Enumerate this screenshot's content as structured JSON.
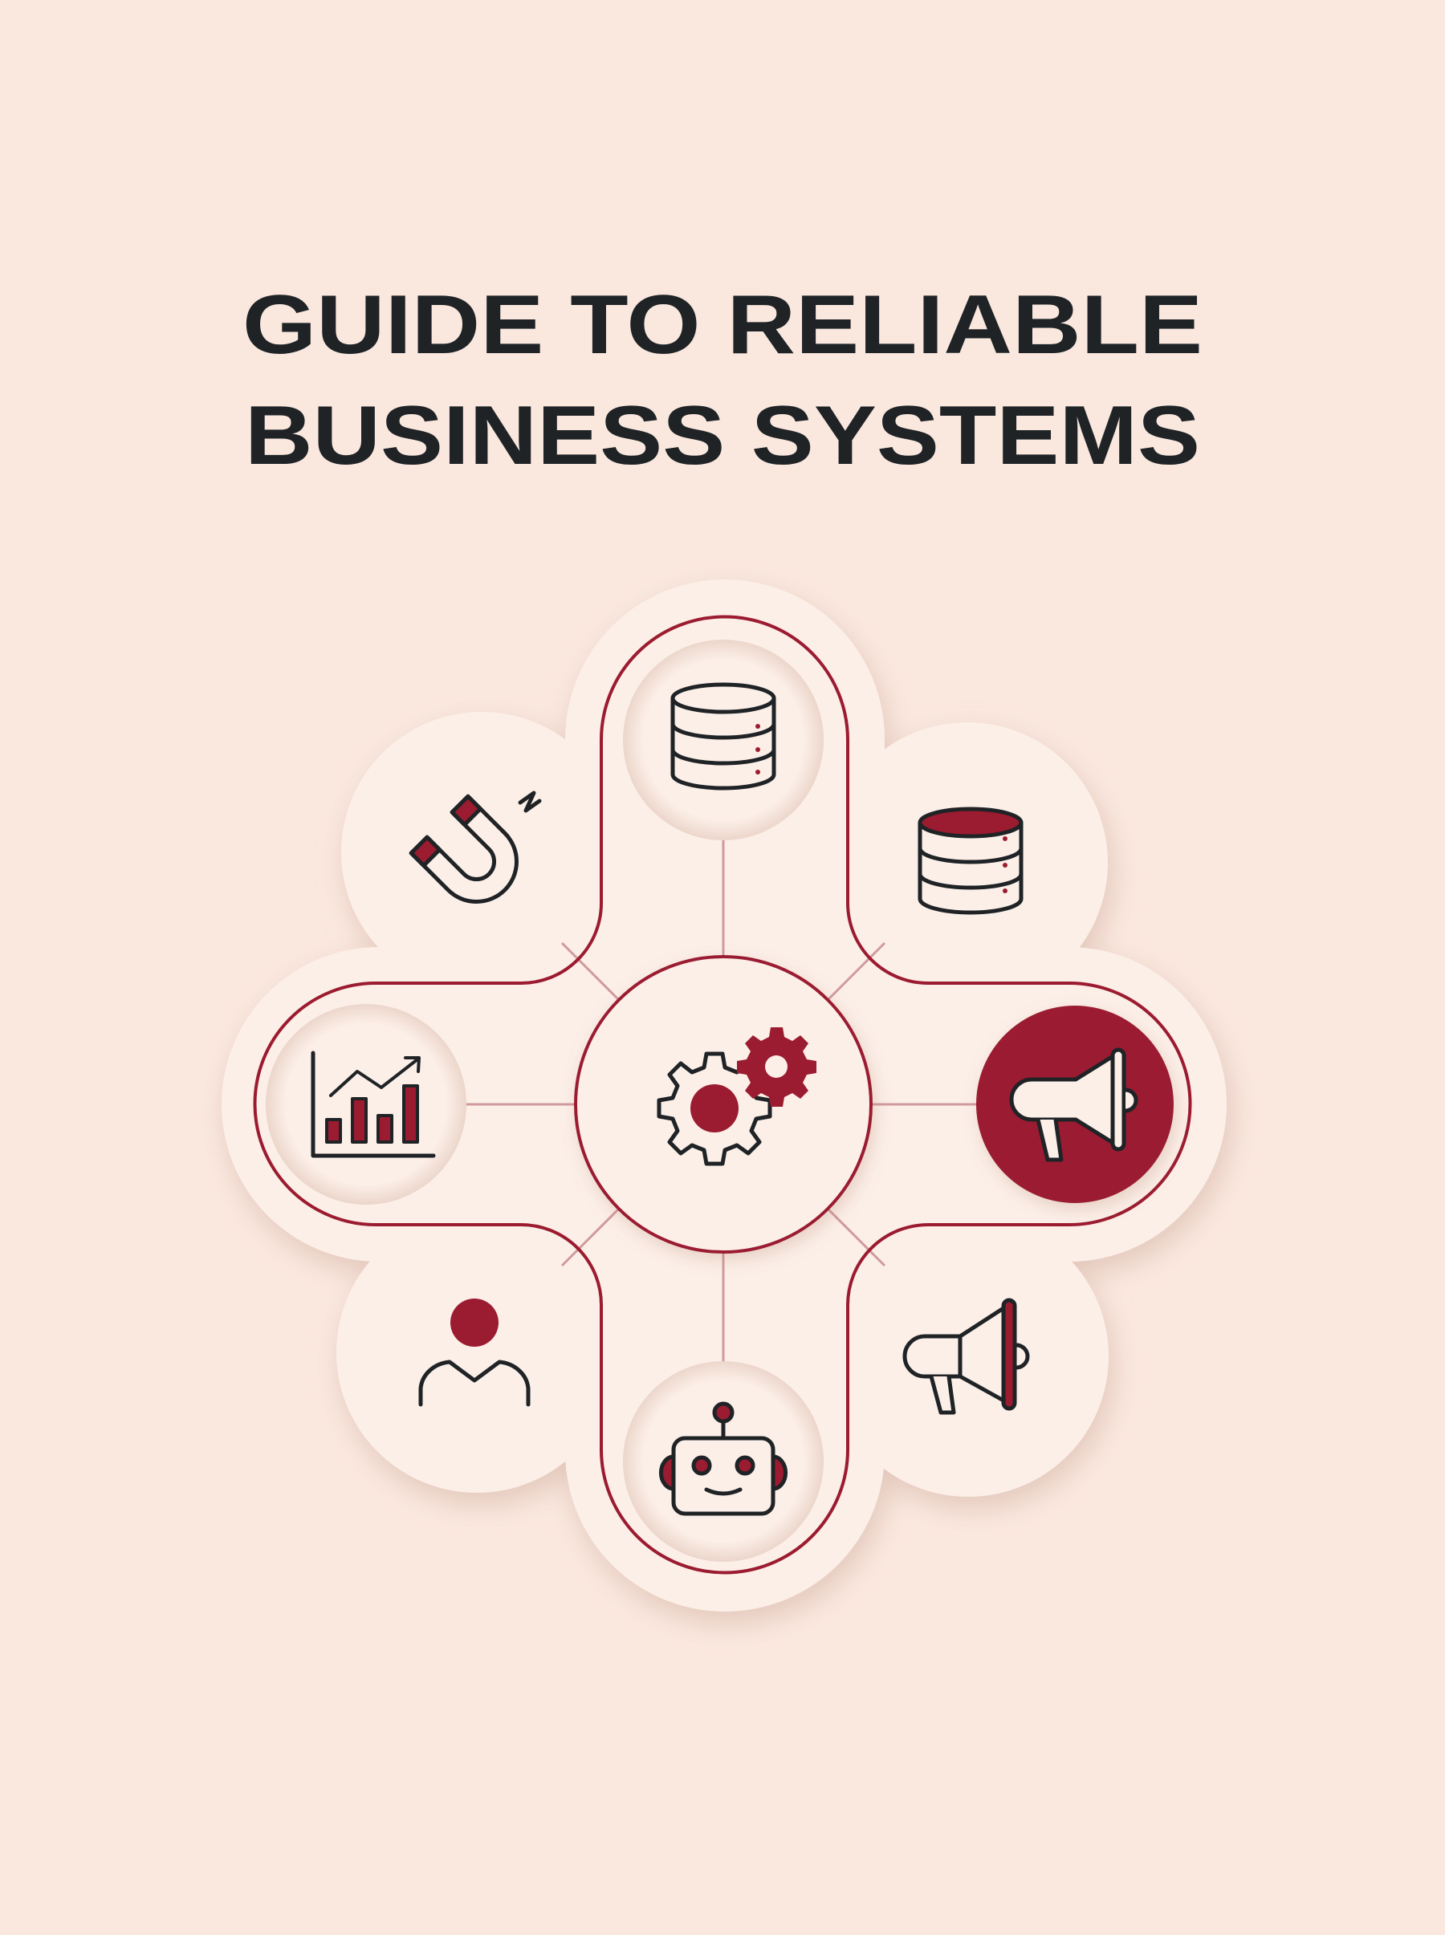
{
  "title": {
    "line1": "GUIDE TO RELIABLE",
    "line2": "BUSINESS SYSTEMS"
  },
  "colors": {
    "background": "#fae8df",
    "plate": "#fcefe8",
    "accent": "#9b1b30",
    "connector": "#cf9a9c",
    "ink": "#1f2326"
  },
  "diagram": {
    "center": {
      "icon": "gears-icon"
    },
    "nodes": [
      {
        "position": "top",
        "icon": "database-icon"
      },
      {
        "position": "top-right",
        "icon": "database-filled-icon"
      },
      {
        "position": "right",
        "icon": "megaphone-icon",
        "highlighted": true
      },
      {
        "position": "bottom-right",
        "icon": "megaphone-icon"
      },
      {
        "position": "bottom",
        "icon": "robot-icon"
      },
      {
        "position": "bottom-left",
        "icon": "user-icon"
      },
      {
        "position": "left",
        "icon": "bar-chart-growth-icon"
      },
      {
        "position": "top-left",
        "icon": "magnet-icon"
      }
    ]
  }
}
